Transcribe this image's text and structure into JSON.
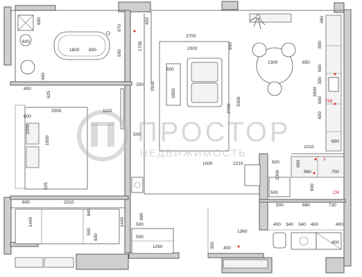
{
  "plan": {
    "dimensions": [
      "600",
      "970",
      "450",
      "2700",
      "480",
      "800",
      "850",
      "600",
      "600",
      "1800",
      "800",
      "500",
      "1700",
      "2000",
      "900",
      "1300",
      "300",
      "3600",
      "600",
      "460",
      "500",
      "2930",
      "250",
      "1850",
      "2700",
      "3300",
      "600",
      "400",
      "625",
      "2000",
      "1110",
      "600",
      "2200",
      "1950",
      "500",
      "1010",
      "650",
      "1000",
      "1210",
      "620",
      "1000",
      "650",
      "960",
      "700",
      "625",
      "600",
      "2010",
      "500",
      "900",
      "500",
      "860",
      "730",
      "840",
      "885",
      "1440",
      "1440",
      "500",
      "1360",
      "400",
      "340",
      "340",
      "400",
      "400",
      "500",
      "600",
      "500",
      "1260",
      "350",
      "400",
      "400"
    ],
    "markers": [
      "ПМ",
      "Х",
      "СМ"
    ],
    "watermark": {
      "title": "ПРОСТОР",
      "subtitle": "НЕДВИЖИМОСТЬ"
    }
  }
}
